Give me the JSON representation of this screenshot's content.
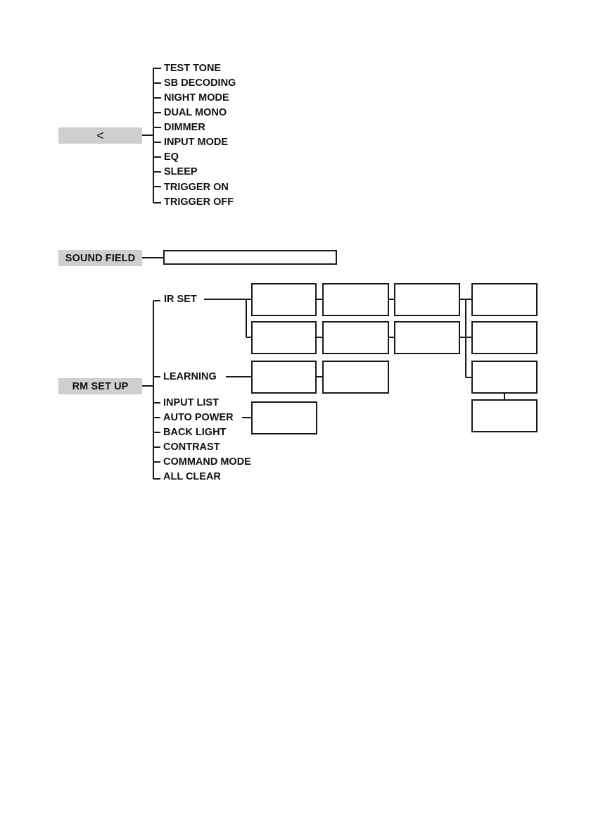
{
  "keys": {
    "top_key": "<",
    "sound_field": "SOUND FIELD",
    "rm_set_up": "RM SET UP"
  },
  "top_menu": [
    "TEST TONE",
    "SB DECODING",
    "NIGHT MODE",
    "DUAL MONO",
    "DIMMER",
    "INPUT MODE",
    "EQ",
    "SLEEP",
    "TRIGGER ON",
    "TRIGGER OFF"
  ],
  "rm_menu": [
    "IR SET",
    "LEARNING",
    "INPUT LIST",
    "AUTO POWER",
    "BACK LIGHT",
    "CONTRAST",
    "COMMAND MODE",
    "ALL CLEAR"
  ],
  "colors": {
    "key_background": "#cfcfcf",
    "line": "#1a1a1a"
  }
}
